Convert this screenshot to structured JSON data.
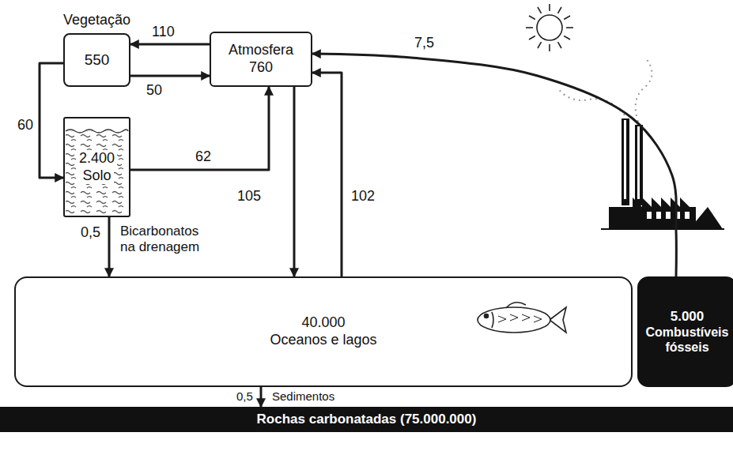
{
  "diagram": {
    "nodes": [
      {
        "text": [
          "Vegetação",
          "550"
        ]
      },
      {
        "text": [
          "Atmosfera",
          "760"
        ]
      },
      {
        "text": [
          "2.400",
          "Solo"
        ]
      },
      {
        "text": [
          "40.000",
          "Oceanos e lagos"
        ]
      },
      {
        "text": [
          "5.000",
          "Combustíveis fósseis"
        ]
      },
      {
        "text": [
          "Rochas carbonatadas (75.000.000)"
        ]
      }
    ],
    "edges": [
      {
        "from": 1,
        "to": 0,
        "label": "110",
        "arrow": "to"
      },
      {
        "from": 0,
        "to": 1,
        "label": "50",
        "arrow": "to"
      },
      {
        "from": 0,
        "to": 2,
        "label": "60",
        "arrow": "to"
      },
      {
        "from": 2,
        "to": 1,
        "label": "62",
        "arrow": "to"
      },
      {
        "from": 1,
        "to": 3,
        "label": "105",
        "arrow": "to"
      },
      {
        "from": 3,
        "to": 1,
        "label": "102",
        "arrow": "to"
      },
      {
        "from": 4,
        "to": 1,
        "label": "7,5",
        "arrow": "to"
      },
      {
        "from": 2,
        "to": 3,
        "label": "0,5",
        "arrow": "to"
      },
      {
        "from": 3,
        "to": 5,
        "label": "0,5",
        "arrow": "to"
      }
    ],
    "labels": [
      "Bicarbonatos na drenagem",
      "Sedimentos"
    ]
  }
}
